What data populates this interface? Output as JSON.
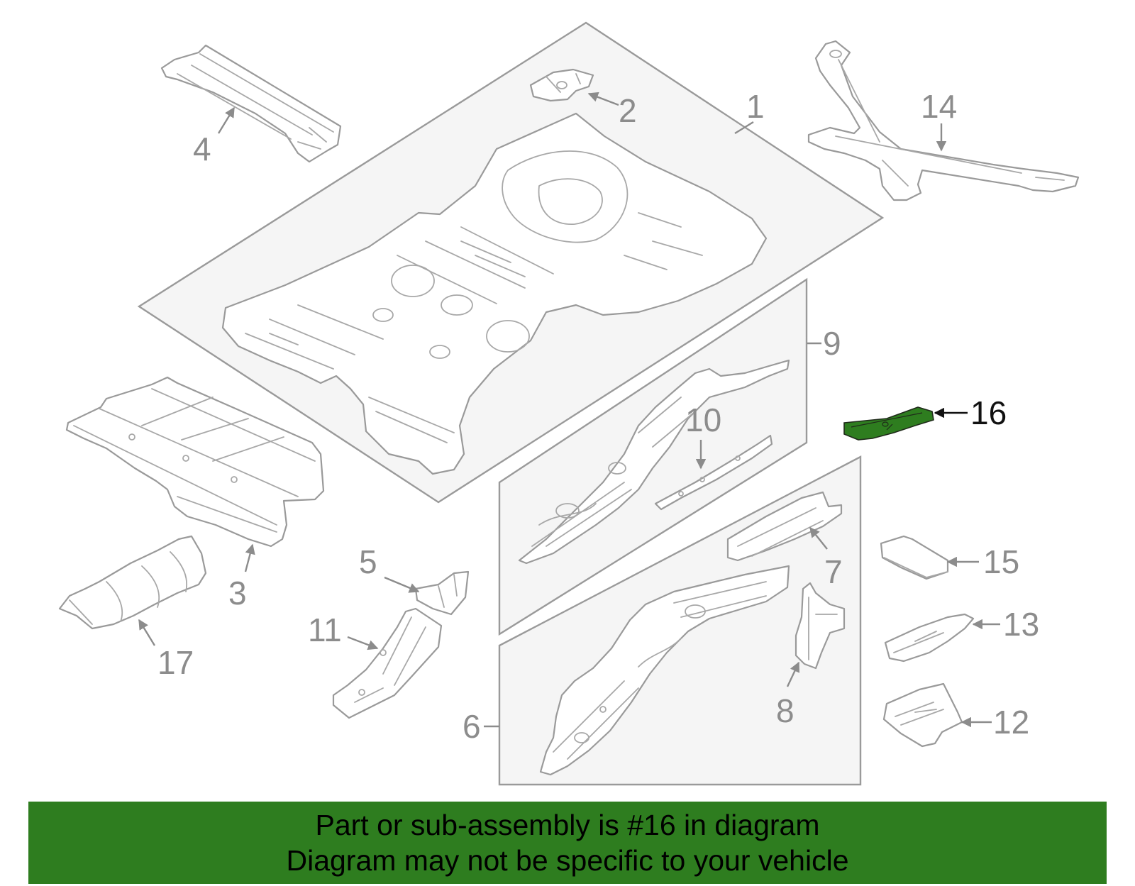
{
  "colors": {
    "highlight_part": "#2e7d1f",
    "banner_background": "#2e7d1f",
    "banner_text": "#000000",
    "callout_text": "#8c8c8c",
    "active_callout_text": "#111111",
    "line_color": "#9a9a9a",
    "box_fill": "#f5f5f5"
  },
  "diagram": {
    "highlighted_part": "16",
    "callouts": {
      "c1": "1",
      "c2": "2",
      "c3": "3",
      "c4": "4",
      "c5": "5",
      "c6": "6",
      "c7": "7",
      "c8": "8",
      "c9": "9",
      "c10": "10",
      "c11": "11",
      "c12": "12",
      "c13": "13",
      "c14": "14",
      "c15": "15",
      "c16": "16",
      "c17": "17"
    }
  },
  "banner": {
    "line1": "Part or sub-assembly is #16 in diagram",
    "line2": "Diagram may not be specific to your vehicle"
  }
}
